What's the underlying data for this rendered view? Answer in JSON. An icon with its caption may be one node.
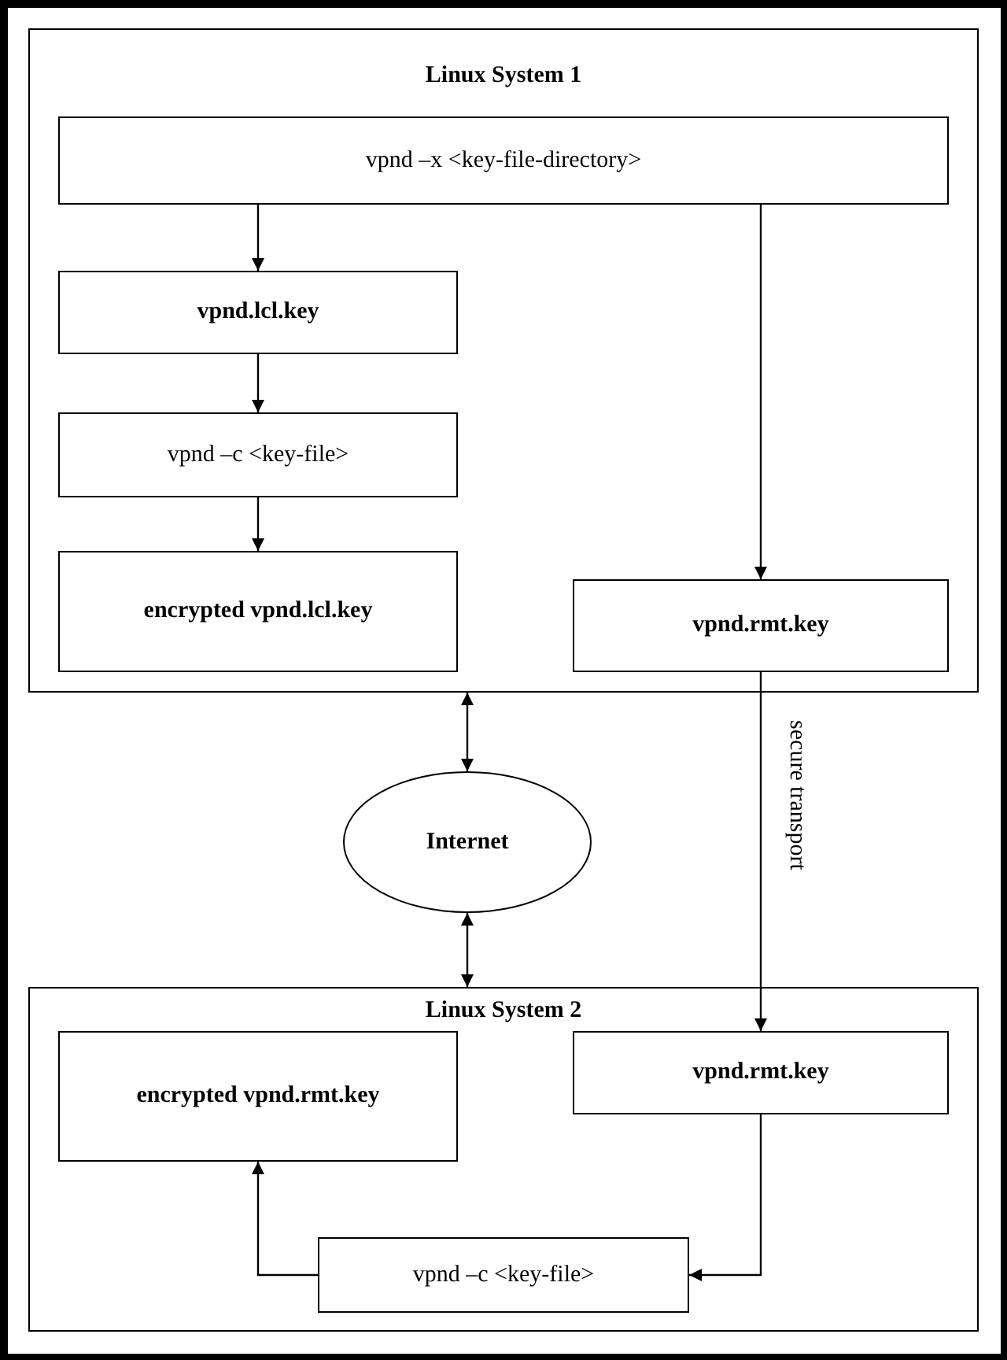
{
  "diagram": {
    "nodes": [
      {
        "text": [
          "Linux System 1"
        ]
      },
      {
        "text": [
          "vpnd –x <key-file-directory>"
        ],
        "in": 0
      },
      {
        "text": [
          "vpnd.lcl.key"
        ],
        "in": 0
      },
      {
        "text": [
          "vpnd –c <key-file>"
        ],
        "in": 0
      },
      {
        "text": [
          "encrypted vpnd.lcl.key"
        ],
        "in": 0
      },
      {
        "text": [
          "vpnd.rmt.key"
        ],
        "in": 0
      },
      {
        "text": [
          "Internet"
        ]
      },
      {
        "text": [
          "Linux System 2"
        ]
      },
      {
        "text": [
          "encrypted vpnd.rmt.key"
        ],
        "in": 7
      },
      {
        "text": [
          "vpnd.rmt.key"
        ],
        "in": 7
      },
      {
        "text": [
          "vpnd –c <key-file>"
        ],
        "in": 7
      }
    ],
    "edges": [
      {
        "from": 1,
        "to": 2,
        "arrow": "to"
      },
      {
        "from": 2,
        "to": 3,
        "arrow": "to"
      },
      {
        "from": 3,
        "to": 4,
        "arrow": "to"
      },
      {
        "from": 1,
        "to": 5,
        "arrow": "to"
      },
      {
        "from": 0,
        "to": 6,
        "arrow": "both"
      },
      {
        "from": 6,
        "to": 7,
        "arrow": "both"
      },
      {
        "from": 5,
        "to": 9,
        "arrow": "to",
        "label": "secure transport"
      },
      {
        "from": 9,
        "to": 10,
        "arrow": "to"
      },
      {
        "from": 10,
        "to": 8,
        "arrow": "to"
      }
    ]
  }
}
